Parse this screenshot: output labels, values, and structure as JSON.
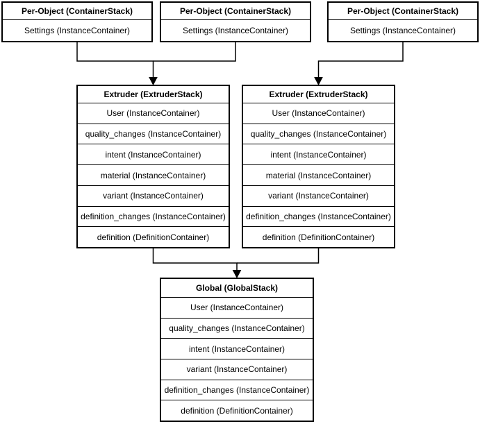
{
  "colors": {
    "border": "#000000",
    "fill": "#ffffff",
    "text": "#000000",
    "canvas_background": "#ffffff"
  },
  "per_object_stacks": [
    {
      "title": "Per-Object (ContainerStack)",
      "rows": [
        "Settings (InstanceContainer)"
      ]
    },
    {
      "title": "Per-Object (ContainerStack)",
      "rows": [
        "Settings (InstanceContainer)"
      ]
    },
    {
      "title": "Per-Object (ContainerStack)",
      "rows": [
        "Settings (InstanceContainer)"
      ]
    }
  ],
  "extruder_stacks": [
    {
      "title": "Extruder (ExtruderStack)",
      "rows": [
        "User (InstanceContainer)",
        "quality_changes (InstanceContainer)",
        "intent (InstanceContainer)",
        "material (InstanceContainer)",
        "variant (InstanceContainer)",
        "definition_changes (InstanceContainer)",
        "definition (DefinitionContainer)"
      ]
    },
    {
      "title": "Extruder (ExtruderStack)",
      "rows": [
        "User (InstanceContainer)",
        "quality_changes (InstanceContainer)",
        "intent (InstanceContainer)",
        "material (InstanceContainer)",
        "variant (InstanceContainer)",
        "definition_changes (InstanceContainer)",
        "definition (DefinitionContainer)"
      ]
    }
  ],
  "global_stack": {
    "title": "Global (GlobalStack)",
    "rows": [
      "User (InstanceContainer)",
      "quality_changes (InstanceContainer)",
      "intent (InstanceContainer)",
      "variant (InstanceContainer)",
      "definition_changes (InstanceContainer)",
      "definition (DefinitionContainer)"
    ]
  }
}
